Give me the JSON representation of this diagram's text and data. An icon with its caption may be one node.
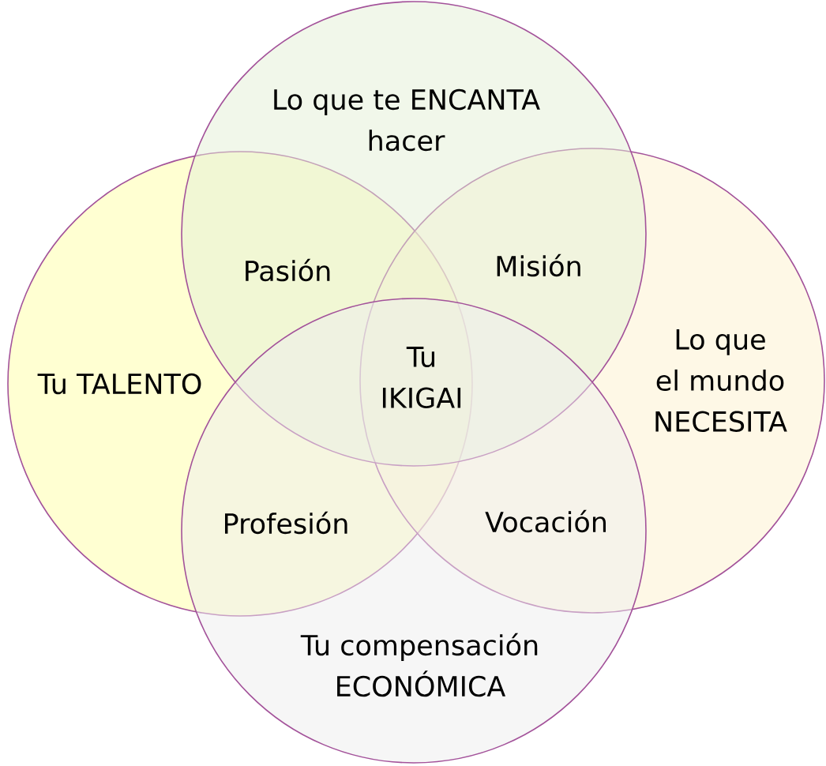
{
  "diagram": {
    "nodes": [
      {
        "text": [
          "Lo que te ENCANTA hacer"
        ]
      },
      {
        "text": [
          "Tu TALENTO"
        ]
      },
      {
        "text": [
          "Lo que el mundo NECESITA"
        ]
      },
      {
        "text": [
          "Tu compensación ECONÓMICA"
        ]
      }
    ],
    "labels": [
      "Pasión",
      "Misión",
      "Tu IKIGAI",
      "Profesión",
      "Vocación"
    ]
  }
}
